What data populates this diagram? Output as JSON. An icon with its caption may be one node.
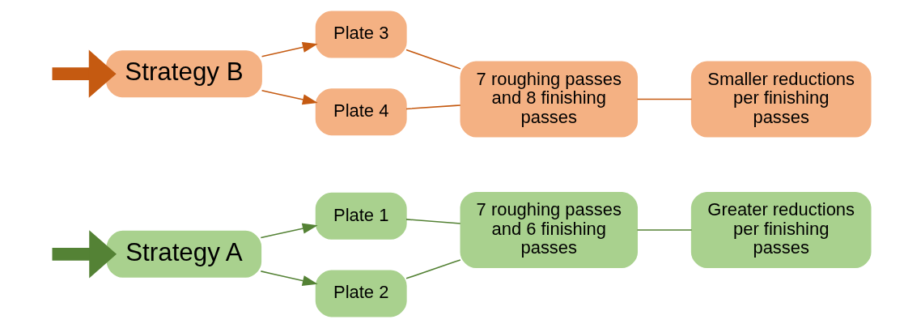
{
  "diagram": {
    "nodes": [
      {
        "text": [
          "Strategy A"
        ]
      },
      {
        "text": [
          "Plate 1"
        ]
      },
      {
        "text": [
          "Plate 2"
        ]
      },
      {
        "text": [
          "7 roughing passes and 6 finishing passes"
        ]
      },
      {
        "text": [
          "Greater reductions per finishing passes"
        ]
      },
      {
        "text": [
          "Strategy B"
        ]
      },
      {
        "text": [
          "Plate 3"
        ]
      },
      {
        "text": [
          "Plate 4"
        ]
      },
      {
        "text": [
          "7 roughing passes and 8 finishing passes"
        ]
      },
      {
        "text": [
          "Smaller reductions per finishing passes"
        ]
      }
    ],
    "edges": [
      {
        "from": null,
        "to": 0,
        "arrow": "to",
        "style": "thick",
        "color": "#548235"
      },
      {
        "from": 0,
        "to": 1,
        "arrow": "to",
        "color": "#548235"
      },
      {
        "from": 0,
        "to": 2,
        "arrow": "to",
        "color": "#548235"
      },
      {
        "from": 1,
        "to": 3,
        "arrow": "none",
        "color": "#548235"
      },
      {
        "from": 2,
        "to": 3,
        "arrow": "none",
        "color": "#548235"
      },
      {
        "from": 3,
        "to": 4,
        "arrow": "none",
        "color": "#548235"
      },
      {
        "from": null,
        "to": 5,
        "arrow": "to",
        "style": "thick",
        "color": "#c55a11"
      },
      {
        "from": 5,
        "to": 6,
        "arrow": "to",
        "color": "#c55a11"
      },
      {
        "from": 5,
        "to": 7,
        "arrow": "to",
        "color": "#c55a11"
      },
      {
        "from": 6,
        "to": 8,
        "arrow": "none",
        "color": "#c55a11"
      },
      {
        "from": 7,
        "to": 8,
        "arrow": "none",
        "color": "#c55a11"
      },
      {
        "from": 8,
        "to": 9,
        "arrow": "none",
        "color": "#c55a11"
      }
    ]
  }
}
